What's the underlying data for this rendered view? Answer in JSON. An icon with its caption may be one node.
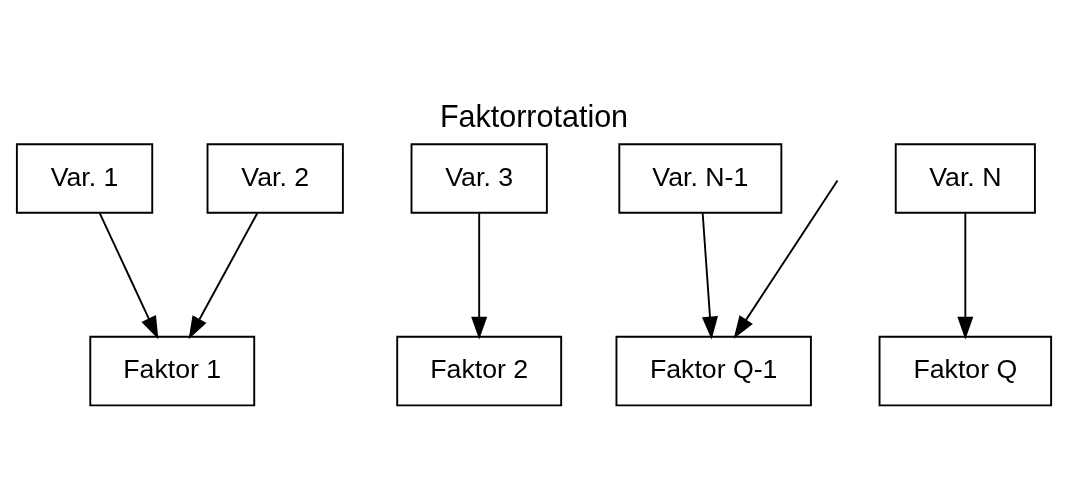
{
  "diagram": {
    "title": "Faktorrotation",
    "nodes": [
      {
        "text": [
          "Var. 1"
        ]
      },
      {
        "text": [
          "Var. 2"
        ]
      },
      {
        "text": [
          "Var. 3"
        ]
      },
      {
        "text": [
          "Var. N-1"
        ]
      },
      {
        "text": [
          "Var. N"
        ]
      },
      {
        "text": [
          "Faktor 1"
        ]
      },
      {
        "text": [
          "Faktor 2"
        ]
      },
      {
        "text": [
          "Faktor Q-1"
        ]
      },
      {
        "text": [
          "Faktor Q"
        ]
      }
    ],
    "edges": [
      {
        "from": 0,
        "to": 5,
        "arrow": "to"
      },
      {
        "from": 1,
        "to": 5,
        "arrow": "to"
      },
      {
        "from": 2,
        "to": 6,
        "arrow": "to"
      },
      {
        "from": null,
        "to": 7,
        "arrow": "to"
      },
      {
        "from": 3,
        "to": 7,
        "arrow": "to"
      },
      {
        "from": 4,
        "to": 8,
        "arrow": "to"
      }
    ]
  }
}
